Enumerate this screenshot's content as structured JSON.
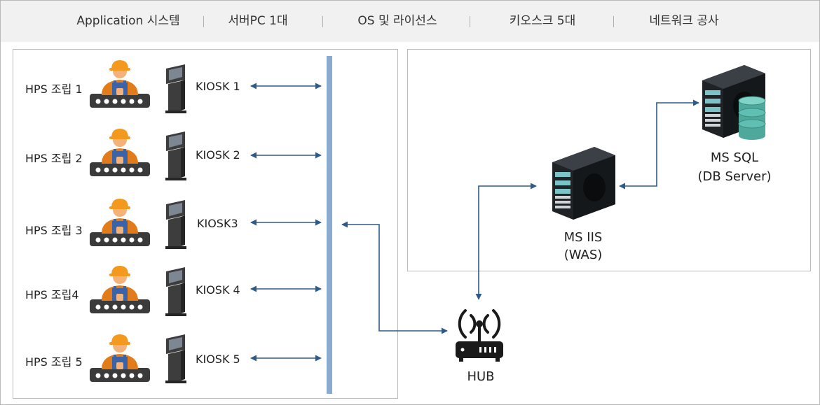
{
  "header": {
    "items": [
      "Application 시스템",
      "서버PC 1대",
      "OS 및 라이선스",
      "키오스크 5대",
      "네트워크 공사"
    ]
  },
  "stations": [
    {
      "label": "HPS 조립 1",
      "kiosk": "KIOSK 1"
    },
    {
      "label": "HPS 조립 2",
      "kiosk": "KIOSK 2"
    },
    {
      "label": "HPS 조립 3",
      "kiosk": "KIOSK3"
    },
    {
      "label": "HPS 조립4",
      "kiosk": "KIOSK 4"
    },
    {
      "label": "HPS 조립 5",
      "kiosk": "KIOSK 5"
    }
  ],
  "hub": {
    "label": "HUB"
  },
  "was": {
    "line1": "MS IIS",
    "line2": "(WAS)"
  },
  "db": {
    "line1": "MS SQL",
    "line2": "(DB Server)"
  },
  "colors": {
    "arrow": "#2e5a8a",
    "bus": "#8aaad0",
    "hardhat": "#f39a1e",
    "vest": "#e27c1b",
    "skin": "#f3b27a",
    "overall": "#3b63a8",
    "conveyor": "#3b3b3b",
    "kiosk": "#3d3d3d",
    "server": "#1f2326",
    "db_cylinder": "#5fbfb2"
  },
  "icons": [
    "worker-on-conveyor-icon",
    "kiosk-icon",
    "server-icon",
    "database-icon",
    "router-hub-icon"
  ]
}
